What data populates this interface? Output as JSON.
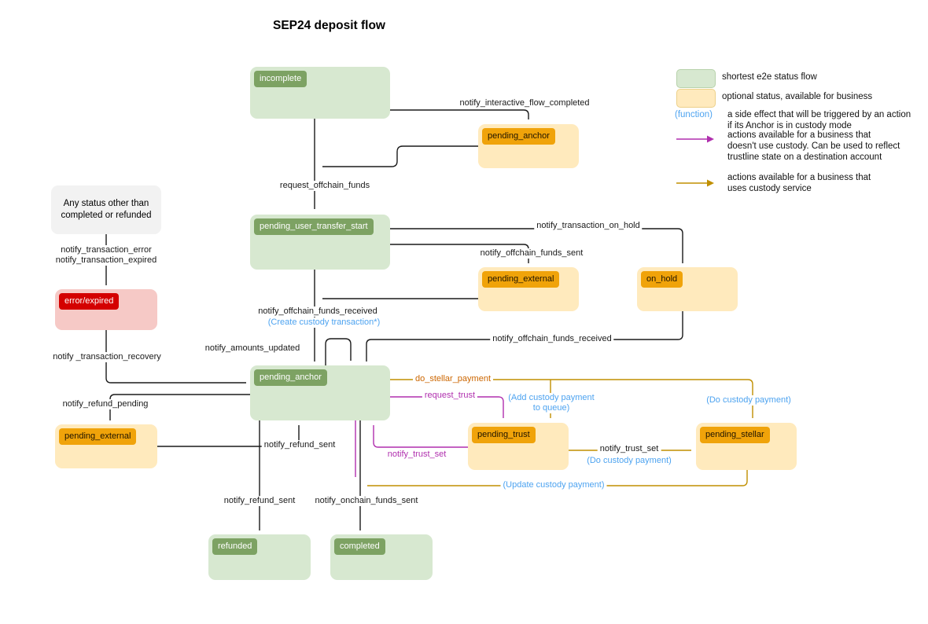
{
  "title": "SEP24 deposit flow",
  "colors": {
    "green_node_bg": "#d7e8d0",
    "green_chip": "#7da263",
    "yellow_node_bg": "#ffeabd",
    "yellow_chip": "#f0a30a",
    "red_node_bg": "#f6c9c6",
    "red_chip": "#d40000",
    "gray_node_bg": "#f2f2f2",
    "black_edge": "#1a1a1a",
    "magenta_edge": "#b02fae",
    "orange_edge": "#c08f00",
    "orange_label_text": "#cc6600",
    "blue_annotation_text": "#4da3f0"
  },
  "nodes": {
    "incomplete": {
      "label": "incomplete"
    },
    "pending_anchor_top": {
      "label": "pending_anchor"
    },
    "pending_user_transfer_start": {
      "label": "pending_user_transfer_start"
    },
    "pending_external_top": {
      "label": "pending_external"
    },
    "on_hold": {
      "label": "on_hold"
    },
    "any_status": {
      "label": "Any status other than\ncompleted or refunded"
    },
    "error_expired": {
      "label": "error/expired"
    },
    "pending_anchor": {
      "label": "pending_anchor"
    },
    "pending_external": {
      "label": "pending_external"
    },
    "pending_trust": {
      "label": "pending_trust"
    },
    "pending_stellar": {
      "label": "pending_stellar"
    },
    "refunded": {
      "label": "refunded"
    },
    "completed": {
      "label": "completed"
    }
  },
  "edges": {
    "flow_completed": {
      "from": "incomplete",
      "to": "pending_anchor",
      "label": "notify_interactive_flow_completed",
      "color": "black"
    },
    "request_offchain_funds": {
      "from": "incomplete",
      "to": "pending_user_transfer_start",
      "label": "request_offchain_funds",
      "color": "black"
    },
    "transaction_on_hold": {
      "from": "pending_user_transfer_start",
      "to": "on_hold",
      "label": "notify_transaction_on_hold",
      "color": "black"
    },
    "offchain_funds_sent": {
      "from": "pending_user_transfer_start",
      "to": "pending_external",
      "label": "notify_offchain_funds_sent",
      "color": "black"
    },
    "offchain_funds_received": {
      "from": "pending_user_transfer_start",
      "to": "pending_anchor",
      "label": "notify_offchain_funds_received",
      "annotation": "(Create custody transaction*)",
      "color": "black"
    },
    "amounts_updated": {
      "from": "pending_anchor",
      "to": "pending_anchor",
      "label": "notify_amounts_updated",
      "color": "black"
    },
    "onhold_funds_received": {
      "from": "on_hold",
      "to": "pending_anchor",
      "label": "notify_offchain_funds_received",
      "color": "black"
    },
    "transaction_error": {
      "from": "any_status",
      "to": "error_expired",
      "label": "notify_transaction_error\nnotify_transaction_expired",
      "color": "black"
    },
    "transaction_recovery": {
      "from": "error_expired",
      "to": "pending_anchor",
      "label": "notify _transaction_recovery",
      "color": "black"
    },
    "refund_pending": {
      "from": "pending_anchor",
      "to": "pending_external",
      "label": "notify_refund_pending",
      "color": "black"
    },
    "refund_sent_return": {
      "from": "pending_external",
      "to": "pending_anchor",
      "label": "notify_refund_sent",
      "color": "black"
    },
    "refund_sent": {
      "from": "pending_anchor",
      "to": "refunded",
      "label": "notify_refund_sent",
      "color": "black"
    },
    "onchain_funds_sent": {
      "from": "pending_anchor",
      "to": "completed",
      "label": "notify_onchain_funds_sent",
      "color": "black"
    },
    "do_stellar_payment": {
      "from": "pending_anchor",
      "to": "pending_stellar",
      "label": "do_stellar_payment",
      "annotation_queue": "(Add custody payment\nto queue)",
      "annotation_do": "(Do custody payment)",
      "color": "orange"
    },
    "request_trust": {
      "from": "pending_anchor",
      "to": "pending_trust",
      "label": "request_trust",
      "color": "magenta"
    },
    "trust_set_return": {
      "from": "pending_trust",
      "to": "pending_anchor",
      "label": "notify_trust_set",
      "color": "magenta"
    },
    "trust_set_forward": {
      "from": "pending_trust",
      "to": "pending_stellar",
      "label": "notify_trust_set",
      "annotation": "(Do custody payment)",
      "color": "orange"
    },
    "update_custody_payment": {
      "from": "pending_stellar",
      "to": "completed",
      "annotation": "(Update custody payment)",
      "color": "orange"
    }
  },
  "legend": {
    "items": [
      {
        "swatch": "green",
        "text": "shortest e2e status flow"
      },
      {
        "swatch": "yellow",
        "text": "optional status, available for business"
      },
      {
        "token": "(function)",
        "text": "a side effect that will be triggered by an action\nif its Anchor is in custody mode"
      },
      {
        "arrow": "magenta",
        "text": "actions available for a business that\ndoesn't use custody. Can be used to reflect\ntrustline state on a destination account"
      },
      {
        "arrow": "orange",
        "text": "actions available for a business that\nuses custody service"
      }
    ]
  }
}
